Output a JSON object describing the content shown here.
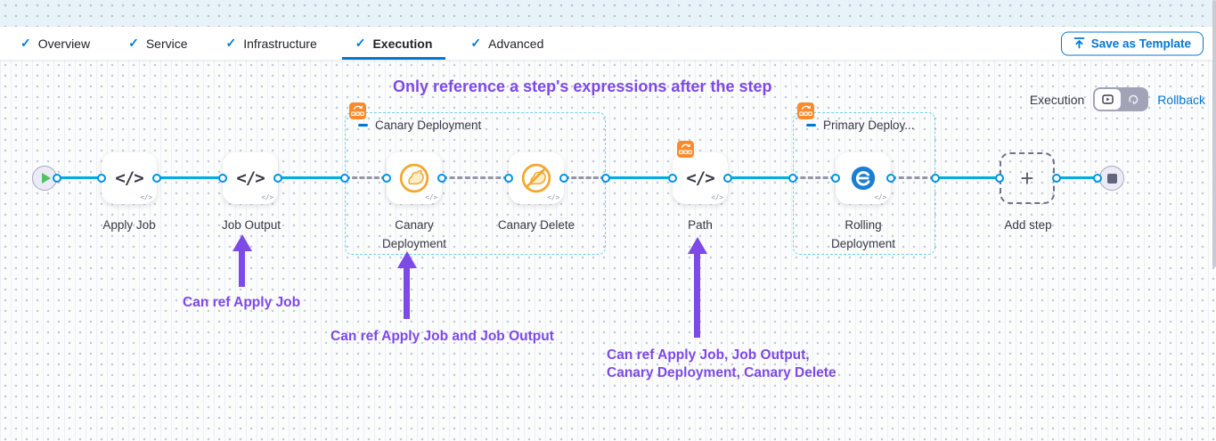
{
  "colors": {
    "primary_blue": "#0278d5",
    "connector_blue": "#00ade4",
    "connector_gray": "#9496a8",
    "annotation_purple": "#7d49e7",
    "badge_orange": "#fb8a2c",
    "canary_orange": "#f3a72e",
    "rolling_blue": "#1a7fd4",
    "text_dark": "#383946"
  },
  "icons": {
    "tab_check": "✓",
    "code": "</>",
    "code_small": "</>",
    "plus": "+"
  },
  "tabs": {
    "items": [
      {
        "label": "Overview"
      },
      {
        "label": "Service"
      },
      {
        "label": "Infrastructure"
      },
      {
        "label": "Execution"
      },
      {
        "label": "Advanced"
      }
    ],
    "active": "Execution"
  },
  "toolbar": {
    "save_as_template": "Save as Template"
  },
  "canvas": {
    "heading": "Only reference a step's expressions after the step",
    "mode_label": "Execution",
    "rollback_label": "Rollback",
    "annotations": {
      "a1": "Can ref Apply Job",
      "a2": "Can ref Apply Job and Job Output",
      "a3_line1": "Can ref Apply Job, Job Output,",
      "a3_line2": "Canary Deployment, Canary Delete"
    }
  },
  "pipeline": {
    "steps": [
      {
        "label": "Apply Job"
      },
      {
        "label": "Job Output"
      },
      {
        "label": "Canary Deployment"
      },
      {
        "label": "Canary Delete"
      },
      {
        "label": "Path"
      },
      {
        "label": "Rolling Deployment"
      }
    ],
    "groups": [
      {
        "title": "Canary Deployment"
      },
      {
        "title": "Primary Deploy..."
      }
    ],
    "add_step": "Add step"
  }
}
